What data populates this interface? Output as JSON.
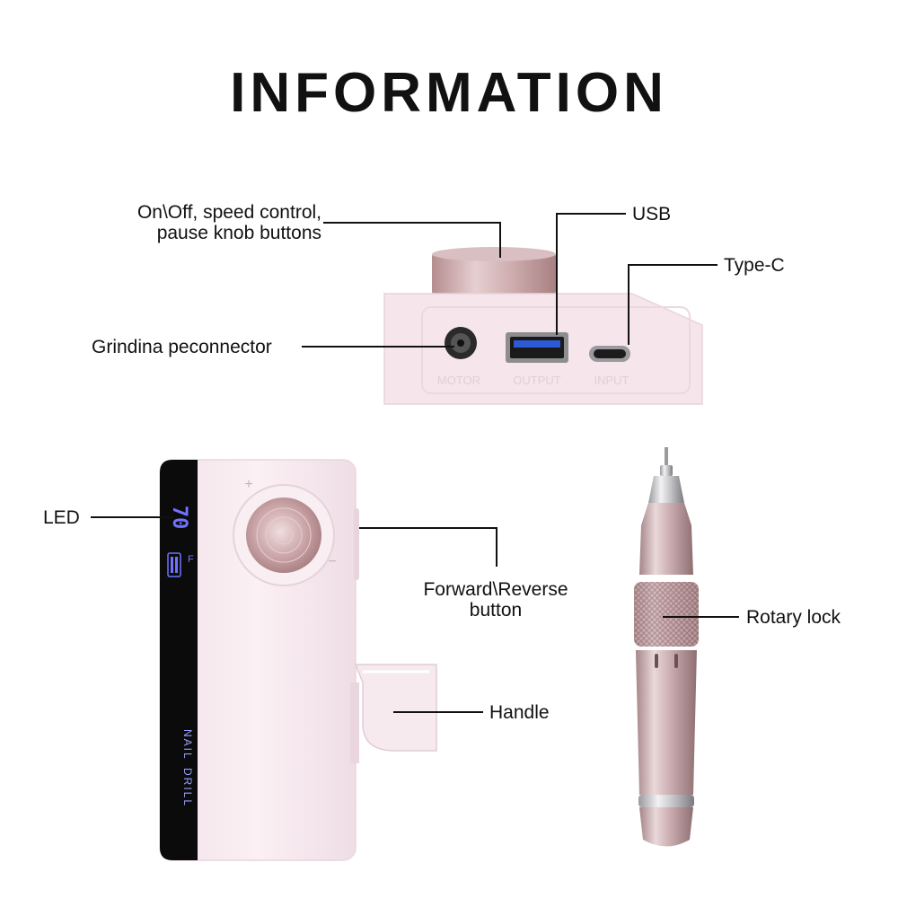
{
  "title": "INFORMATION",
  "callouts": {
    "knob": [
      "On\\Off, speed control,",
      "pause knob buttons"
    ],
    "usb": "USB",
    "type_c": "Type-C",
    "grinding": "Grindina peconnector",
    "led": "LED",
    "forward_reverse": [
      "Forward\\Reverse",
      "button"
    ],
    "rotary_lock": "Rotary lock",
    "handle": "Handle"
  },
  "device_labels": {
    "port_motor": "MOTOR",
    "port_output": "OUTPUT",
    "port_input": "INPUT",
    "display_value": "70",
    "display_unit": "F",
    "brand_vertical_1": "NAIL",
    "brand_vertical_2": "DRILL",
    "knob_plus": "+",
    "knob_minus": "−"
  },
  "colors": {
    "body_pink": "#f7e8ee",
    "metal_pink": "#c9a4a6",
    "display_black": "#0b0b0b",
    "led_blue": "#6f73ff"
  }
}
